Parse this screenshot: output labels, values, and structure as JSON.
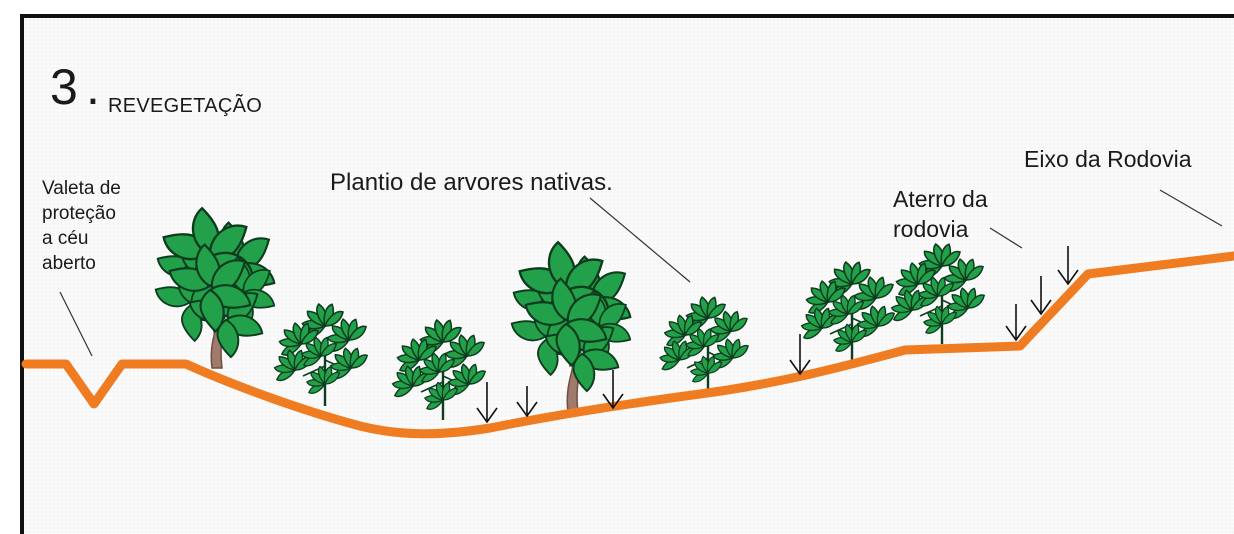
{
  "title": {
    "number": "3",
    "dot": ".",
    "text": "REVEGETAÇÃO"
  },
  "labels": {
    "valeta": "Valeta de\nproteção\na céu\naberto",
    "plantio": "Plantio de arvores nativas.",
    "aterro": "Aterro da\nrodovia",
    "eixo": "Eixo da Rodovia"
  },
  "colors": {
    "ground": "#f07c22",
    "leaf": "#22a14a",
    "leaf_dark": "#0d3d1e",
    "trunk": "#a07a6a",
    "ink": "#1a1a1a"
  },
  "icons": {
    "arrow": "down-arrow-icon",
    "tree_broad": "broadleaf-tree-icon",
    "tree_palmate": "palmate-tree-icon"
  }
}
